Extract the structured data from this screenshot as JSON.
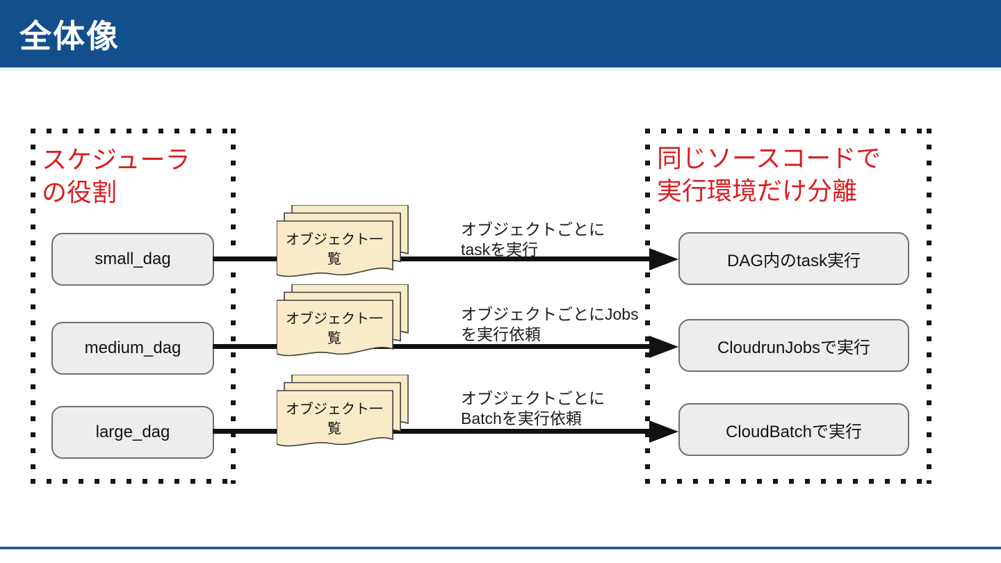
{
  "header": {
    "title": "全体像"
  },
  "left_panel": {
    "title_line1": "スケジューラ",
    "title_line2": "の役割",
    "nodes": [
      {
        "label": "small_dag"
      },
      {
        "label": "medium_dag"
      },
      {
        "label": "large_dag"
      }
    ]
  },
  "middle": {
    "doc_stacks": [
      {
        "line1": "オブジェクト一",
        "line2": "覧"
      },
      {
        "line1": "オブジェクト一",
        "line2": "覧"
      },
      {
        "line1": "オブジェクト一",
        "line2": "覧"
      }
    ],
    "arrows": [
      {
        "label_line1": "オブジェクトごとに",
        "label_line2": "taskを実行"
      },
      {
        "label_line1": "オブジェクトごとにJobs",
        "label_line2": "を実行依頼"
      },
      {
        "label_line1": "オブジェクトごとに",
        "label_line2": "Batchを実行依頼"
      }
    ]
  },
  "right_panel": {
    "title_line1": "同じソースコードで",
    "title_line2": "実行環境だけ分離",
    "nodes": [
      {
        "label": "DAG内のtask実行"
      },
      {
        "label": "CloudrunJobsで実行"
      },
      {
        "label": "CloudBatchで実行"
      }
    ]
  },
  "colors": {
    "header_bg": "#124F8C",
    "accent_red": "#D81E22",
    "node_fill": "#EDEDED",
    "node_border": "#6E6E6E",
    "doc_fill": "#F8ECC8",
    "arrow": "#111111",
    "footer_line": "#1F4E79"
  }
}
